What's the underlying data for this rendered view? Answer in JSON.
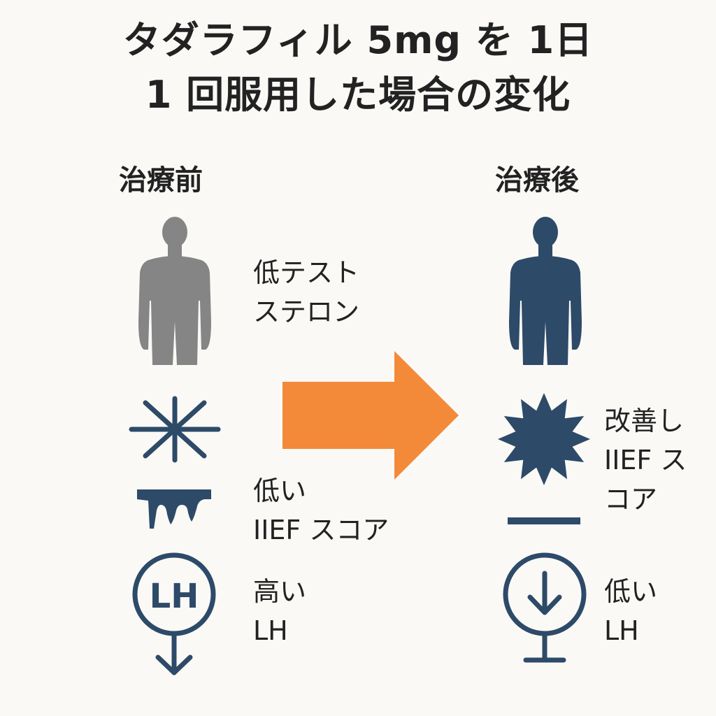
{
  "title": {
    "line1": "タダラフィル 5mg を 1日",
    "line2": "1 回服用した場合の変化"
  },
  "before": {
    "heading": "治療前",
    "testosterone": [
      "低テスト",
      "ステロン"
    ],
    "iief": [
      "低い",
      "IIEF スコア"
    ],
    "lh": [
      "高い",
      "LH"
    ],
    "lh_badge": "LH"
  },
  "after": {
    "heading": "治療後",
    "iief": [
      "改善し",
      "IIEF ス",
      "コア"
    ],
    "lh": [
      "低い",
      "LH"
    ]
  },
  "colors": {
    "before_figure": "#858585",
    "after_figure": "#2d4a68",
    "icon": "#2d4a68",
    "arrow": "#f28a3a",
    "text": "#222222",
    "background": "#faf9f6"
  }
}
